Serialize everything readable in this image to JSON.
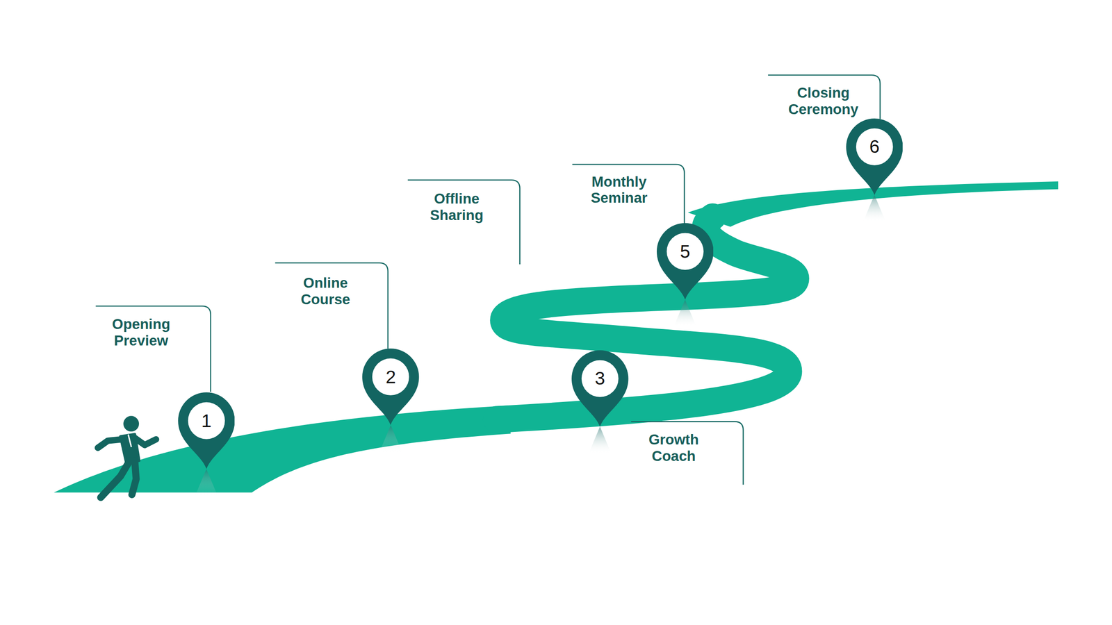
{
  "diagram": {
    "nodes": [
      {
        "text": [
          "1"
        ]
      },
      {
        "text": [
          "2"
        ]
      },
      {
        "text": [
          "3"
        ]
      },
      {
        "text": [
          "5"
        ]
      },
      {
        "text": [
          "6"
        ]
      }
    ],
    "labels": [
      "Opening Preview",
      "Online Course",
      "Offline Sharing",
      "Growth Coach",
      "Monthly Seminar",
      "Closing Ceremony"
    ]
  }
}
